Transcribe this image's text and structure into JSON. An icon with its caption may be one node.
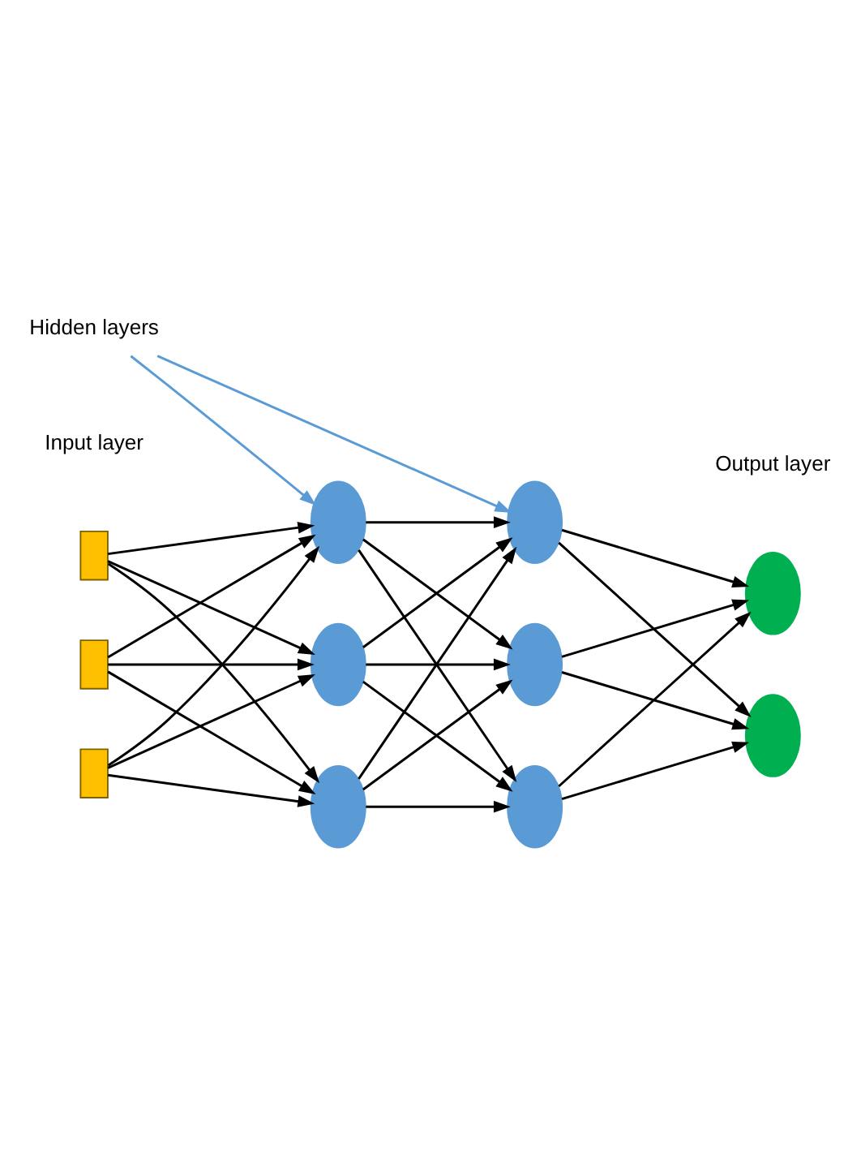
{
  "diagram": {
    "nodes": [
      {
        "text": [
          "Hidden layers"
        ]
      },
      {
        "text": [],
        "shape": "box"
      },
      {
        "text": [],
        "shape": "box"
      },
      {
        "text": [],
        "shape": "box"
      },
      {
        "text": [],
        "shape": "circle"
      },
      {
        "text": [],
        "shape": "circle"
      },
      {
        "text": [],
        "shape": "circle"
      },
      {
        "text": [],
        "shape": "circle"
      },
      {
        "text": [],
        "shape": "circle"
      },
      {
        "text": [],
        "shape": "circle"
      },
      {
        "text": [],
        "shape": "circle"
      },
      {
        "text": [],
        "shape": "circle"
      }
    ],
    "edges": [
      {
        "from": 0,
        "to": 4,
        "arrow": "to",
        "color": "#5b9bd5"
      },
      {
        "from": 0,
        "to": 7,
        "arrow": "to",
        "color": "#5b9bd5"
      },
      {
        "from": 1,
        "to": 4,
        "arrow": "to"
      },
      {
        "from": 1,
        "to": 5,
        "arrow": "to"
      },
      {
        "from": 1,
        "to": 6,
        "arrow": "to"
      },
      {
        "from": 2,
        "to": 4,
        "arrow": "to"
      },
      {
        "from": 2,
        "to": 5,
        "arrow": "to"
      },
      {
        "from": 2,
        "to": 6,
        "arrow": "to"
      },
      {
        "from": 3,
        "to": 4,
        "arrow": "to"
      },
      {
        "from": 3,
        "to": 5,
        "arrow": "to"
      },
      {
        "from": 3,
        "to": 6,
        "arrow": "to"
      },
      {
        "from": 4,
        "to": 7,
        "arrow": "to"
      },
      {
        "from": 4,
        "to": 8,
        "arrow": "to"
      },
      {
        "from": 4,
        "to": 9,
        "arrow": "to"
      },
      {
        "from": 5,
        "to": 7,
        "arrow": "to"
      },
      {
        "from": 5,
        "to": 8,
        "arrow": "to"
      },
      {
        "from": 5,
        "to": 9,
        "arrow": "to"
      },
      {
        "from": 6,
        "to": 7,
        "arrow": "to"
      },
      {
        "from": 6,
        "to": 8,
        "arrow": "to"
      },
      {
        "from": 6,
        "to": 9,
        "arrow": "to"
      },
      {
        "from": 7,
        "to": 10,
        "arrow": "to"
      },
      {
        "from": 7,
        "to": 11,
        "arrow": "to"
      },
      {
        "from": 8,
        "to": 10,
        "arrow": "to"
      },
      {
        "from": 8,
        "to": 11,
        "arrow": "to"
      },
      {
        "from": 9,
        "to": 10,
        "arrow": "to"
      },
      {
        "from": 9,
        "to": 11,
        "arrow": "to"
      }
    ],
    "labels": [
      "Input layer",
      "Output layer"
    ]
  }
}
